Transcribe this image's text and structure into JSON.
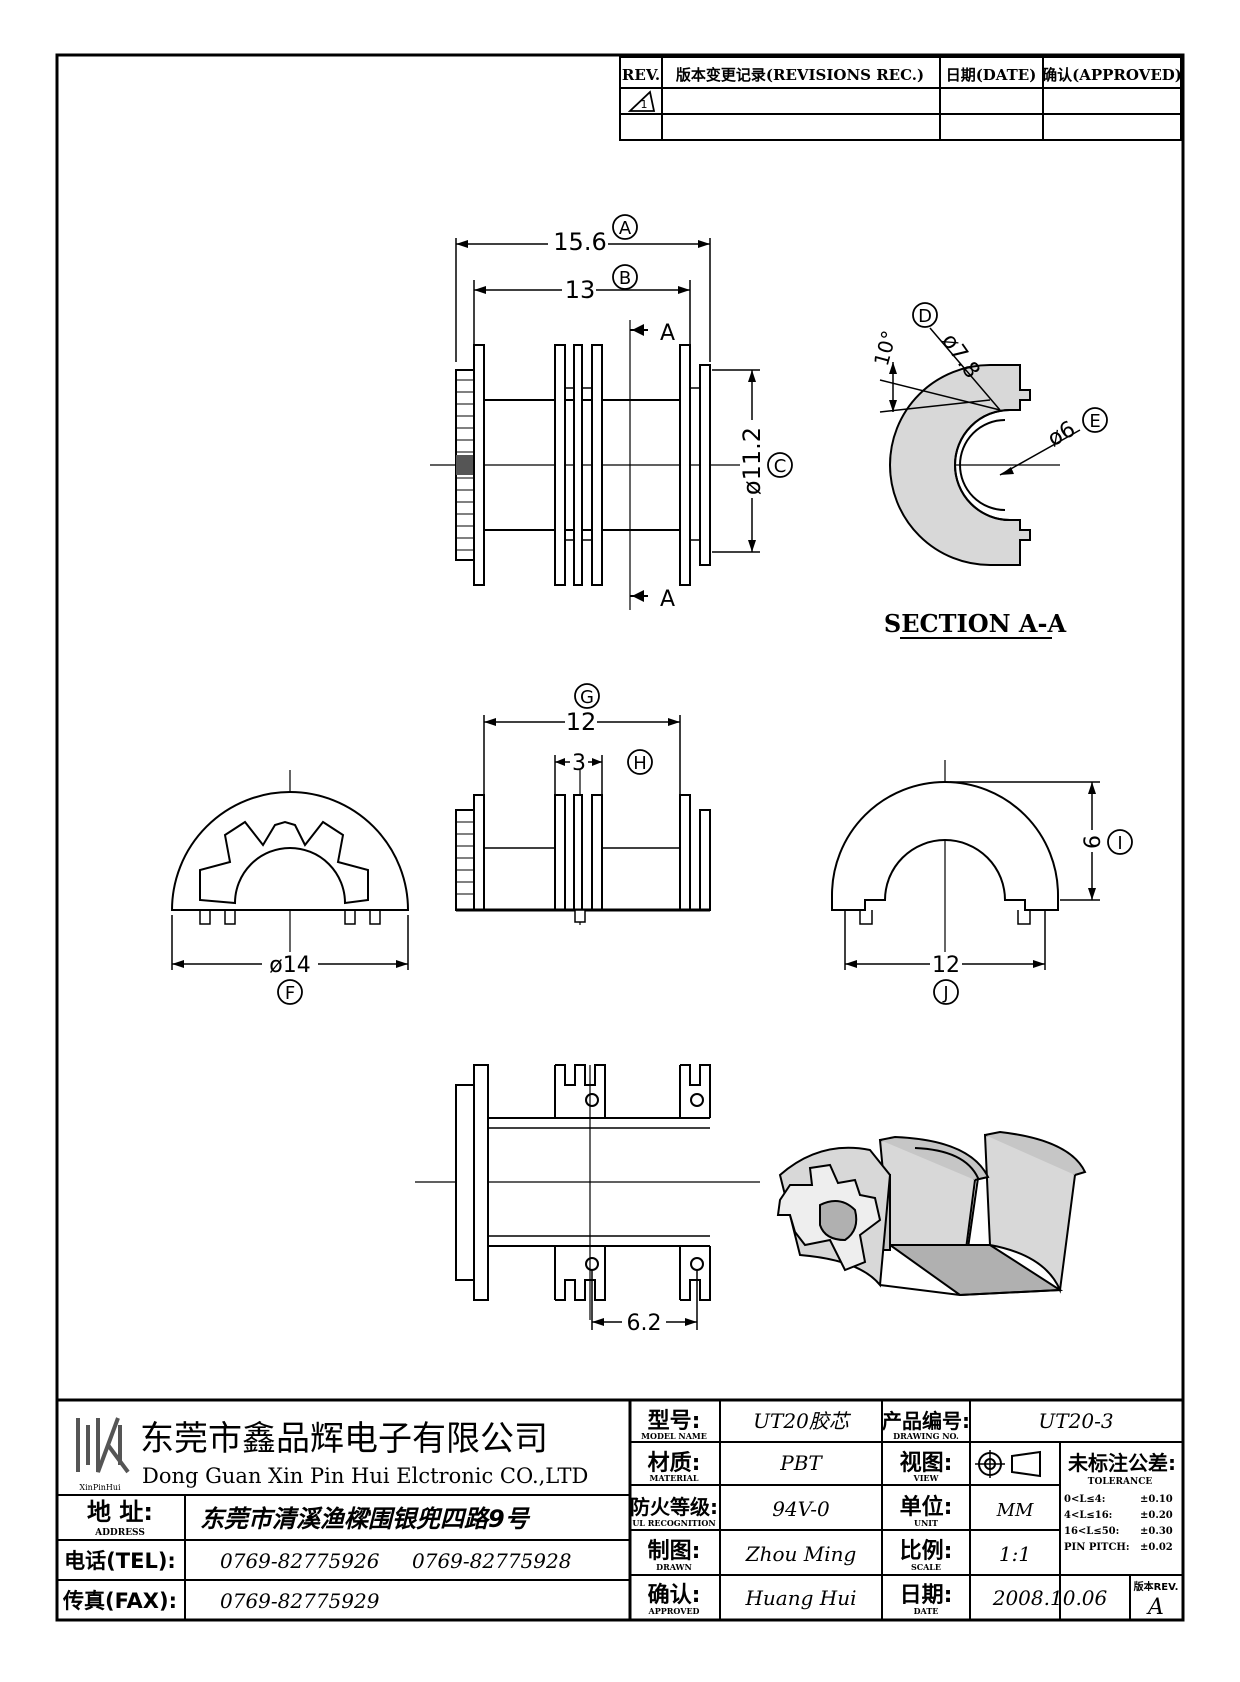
{
  "revision_block": {
    "rev_header": "REV.",
    "changes_header": "版本变更记录(REVISIONS REC.)",
    "date_header": "日期(DATE)",
    "approved_header": "确认(APPROVED)"
  },
  "dimensions": {
    "overall_length": "15.6",
    "flange_span": "13",
    "outer_diameter": "ø11.2",
    "core_diameter": "ø7.8",
    "inner_diameter": "ø6",
    "angle": "10°",
    "section_marker": "A",
    "section_title": "SECTION A-A",
    "outer_dia_front": "ø14",
    "width_12_top": "12",
    "slot_width": "3",
    "height_6": "6",
    "width_12_right": "12",
    "pin_pitch": "6.2"
  },
  "balloons": {
    "a": "A",
    "b": "B",
    "c": "C",
    "d": "D",
    "e": "E",
    "f": "F",
    "g": "G",
    "h": "H",
    "i": "I",
    "j": "J"
  },
  "title_block": {
    "company_cn": "东莞市鑫品辉电子有限公司",
    "company_en": "Dong Guan Xin Pin Hui Elctronic CO.,LTD",
    "logo_text": "XinPinHui",
    "address_label": "地  址:",
    "address_label_en": "ADDRESS",
    "address": "东莞市清溪渔樑围银兜四路9号",
    "tel_label": "电话(TEL):",
    "tel_1": "0769-82775926",
    "tel_2": "0769-82775928",
    "fax_label": "传真(FAX):",
    "fax": "0769-82775929",
    "model_label": "型号:",
    "model_label_en": "MODEL NAME",
    "model": "UT20胶芯",
    "material_label": "材质:",
    "material_label_en": "MATERIAL",
    "material": "PBT",
    "flame_label": "防火等级:",
    "flame_label_en": "UL RECOGNITION",
    "flame": "94V-0",
    "drawn_label": "制图:",
    "drawn_label_en": "DRAWN",
    "drawn": "Zhou Ming",
    "approved_label": "确认:",
    "approved_label_en": "APPROVED",
    "approved": "Huang Hui",
    "drawing_no_label": "产品编号:",
    "drawing_no_label_en": "DRAWING NO.",
    "drawing_no": "UT20-3",
    "view_label": "视图:",
    "view_label_en": "VIEW",
    "unit_label": "单位:",
    "unit_label_en": "UNIT",
    "unit": "MM",
    "scale_label": "比例:",
    "scale_label_en": "SCALE",
    "scale": "1:1",
    "date_label": "日期:",
    "date_label_en": "DATE",
    "date": "2008.10.06",
    "tolerance_label": "未标注公差:",
    "tolerance_label_en": "TOLERANCE",
    "tol_rows": [
      {
        "range": "0<L≤4:",
        "value": "±0.10"
      },
      {
        "range": "4<L≤16:",
        "value": "±0.20"
      },
      {
        "range": "16<L≤50:",
        "value": "±0.30"
      },
      {
        "range": "PIN PITCH:",
        "value": "±0.02"
      }
    ],
    "rev_label": "版本REV.",
    "rev": "A"
  }
}
